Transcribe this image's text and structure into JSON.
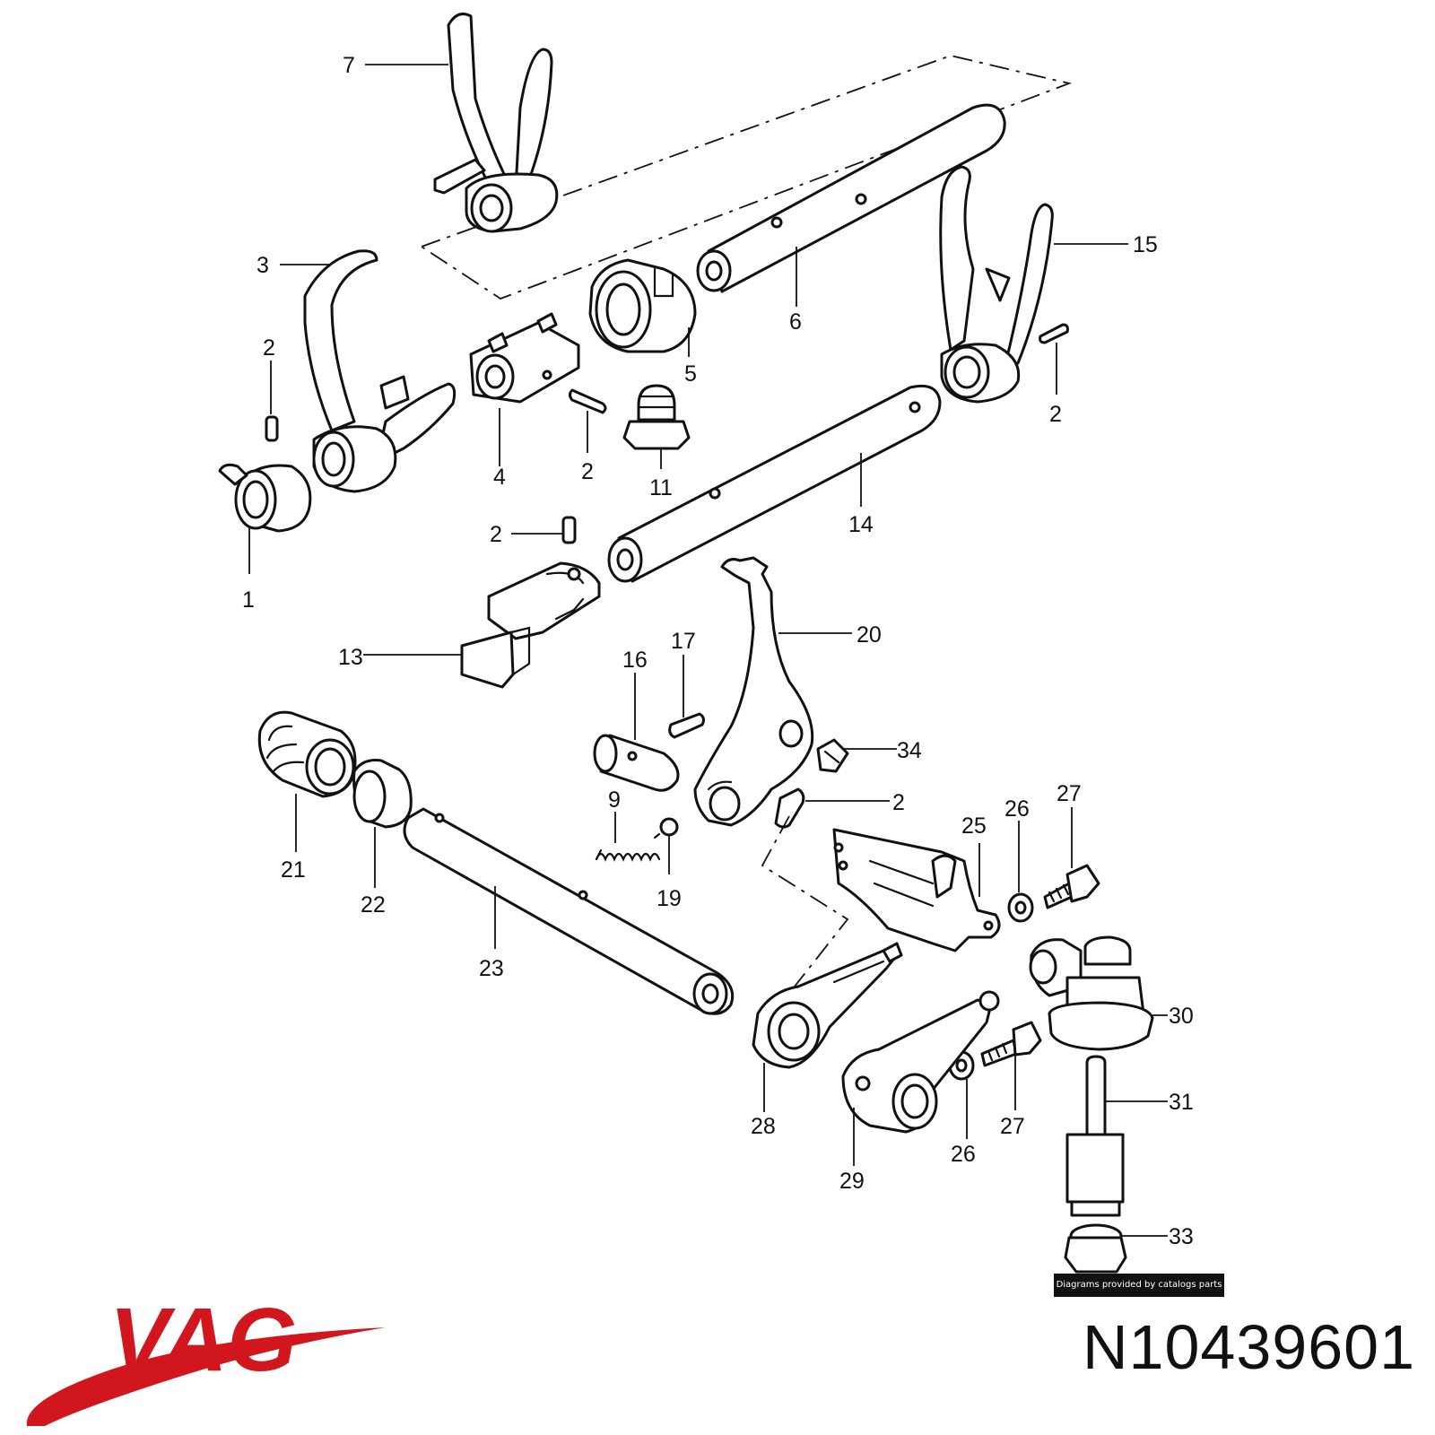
{
  "diagram": {
    "callouts": [
      "7",
      "3",
      "2",
      "4",
      "2",
      "5",
      "6",
      "15",
      "2",
      "11",
      "14",
      "1",
      "2",
      "13",
      "16",
      "17",
      "20",
      "34",
      "2",
      "9",
      "19",
      "21",
      "22",
      "23",
      "25",
      "26",
      "27",
      "30",
      "28",
      "29",
      "26",
      "27",
      "31",
      "33"
    ]
  },
  "credit": {
    "text": "Diagrams provided by catalogs parts"
  },
  "brand": {
    "logo_text": "VAG",
    "logo_color": "#d2161e"
  },
  "part_number": "N10439601"
}
